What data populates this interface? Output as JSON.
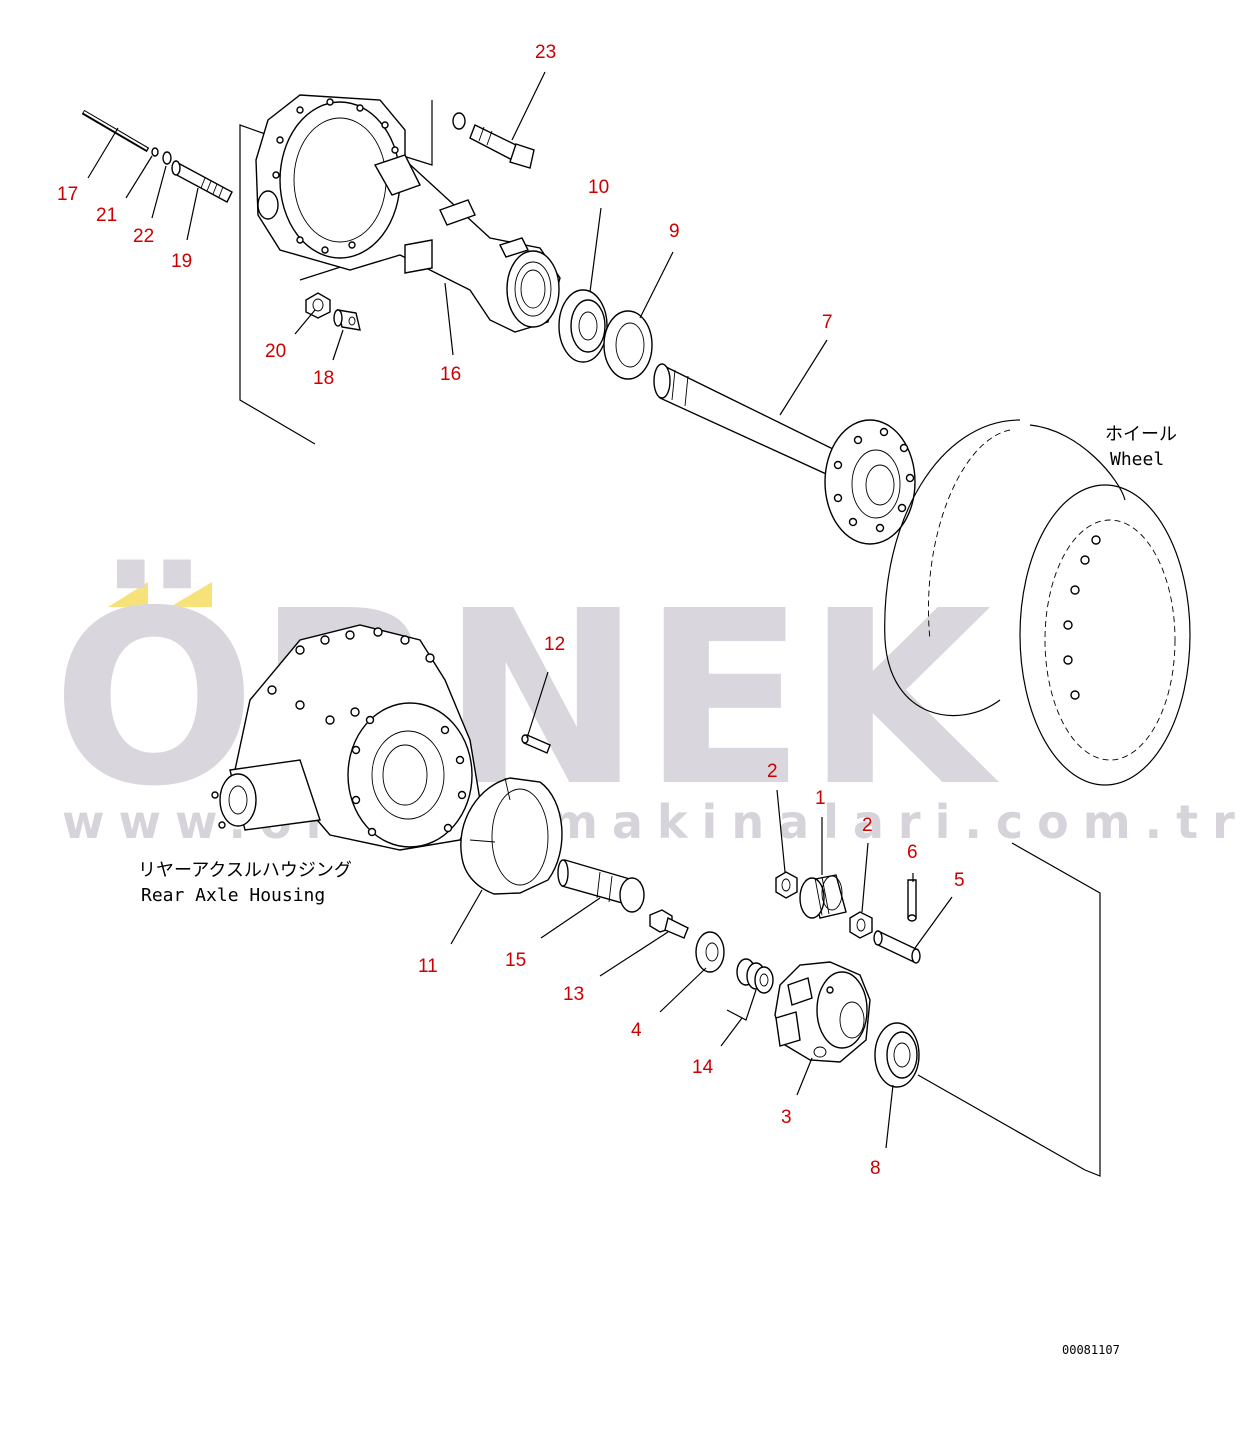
{
  "labels": {
    "wheel_jp": "ホイール",
    "wheel_en": "Wheel",
    "housing_jp": "リヤーアクスルハウジング",
    "housing_en": "Rear Axle Housing",
    "drawing_number": "00081107"
  },
  "watermark": {
    "brand": "ÖRNEK",
    "url": "www.ornekismakinalari.com.tr",
    "accent_color": "#f7e27a",
    "text_color": "#d9d7dd"
  },
  "callouts": {
    "c23": "23",
    "c17": "17",
    "c21": "21",
    "c22": "22",
    "c19": "19",
    "c20": "20",
    "c18": "18",
    "c16": "16",
    "c10": "10",
    "c9": "9",
    "c7": "7",
    "c12": "12",
    "c11": "11",
    "c15": "15",
    "c13": "13",
    "c4": "4",
    "c14": "14",
    "c3": "3",
    "c8": "8",
    "c2a": "2",
    "c1": "1",
    "c2b": "2",
    "c6": "6",
    "c5": "5"
  },
  "colors": {
    "callout": "#cc0000",
    "line": "#000000"
  }
}
